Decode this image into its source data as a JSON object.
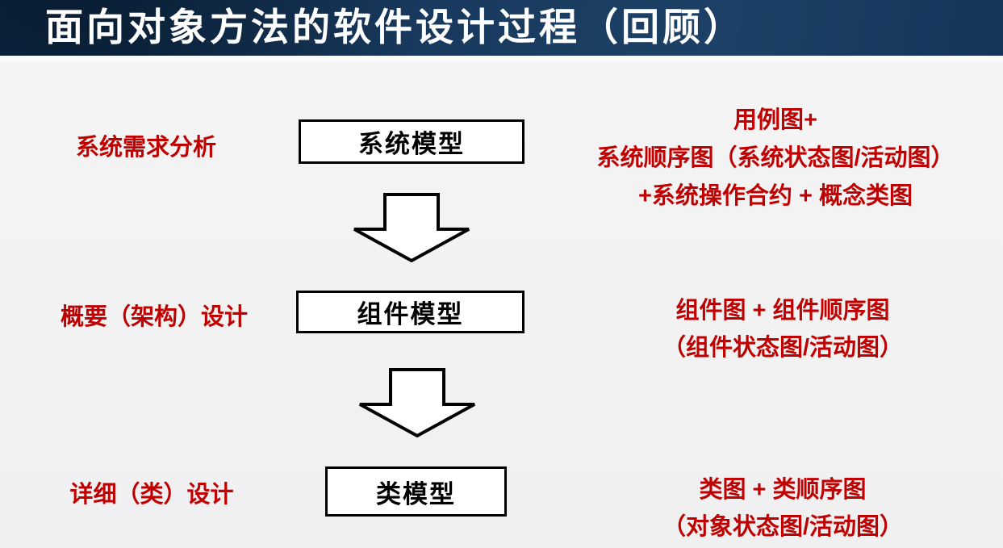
{
  "slide": {
    "title": "面向对象方法的软件设计过程（回顾）"
  },
  "rows": [
    {
      "stage_label": "系统需求分析",
      "model_box": "系统模型",
      "artifacts_lines": [
        "用例图+",
        "系统顺序图（系统状态图/活动图）",
        "+系统操作合约 + 概念类图"
      ]
    },
    {
      "stage_label": "概要（架构）设计",
      "model_box": "组件模型",
      "artifacts_lines": [
        "组件图 + 组件顺序图",
        "（组件状态图/活动图）"
      ]
    },
    {
      "stage_label": "详细（类）设计",
      "model_box": "类模型",
      "artifacts_lines": [
        "类图 + 类顺序图",
        "（对象状态图/活动图）"
      ]
    }
  ],
  "icons": {
    "down_arrow": "block-down-arrow"
  },
  "colors": {
    "header_bg": "#18395d",
    "title_text": "#ffffff",
    "accent_red": "#c00000",
    "box_fill": "#ffffff",
    "box_border": "#000000",
    "body_bg": "#f0f0f1"
  }
}
